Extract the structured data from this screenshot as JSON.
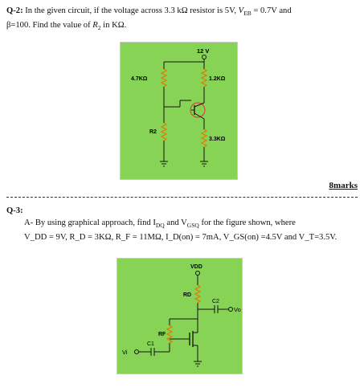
{
  "q2": {
    "number": "Q-2:",
    "line1_a": "In the given circuit, if the voltage across 3.3 kΩ resistor is 5V, ",
    "line1_veb": "V",
    "line1_veb_sub": "EB",
    "line1_b": " = 0.7V and",
    "line2": "β=100. Find the value of ",
    "r2": "R",
    "r2_sub": "2",
    "line2_end": " in KΩ."
  },
  "circuit1": {
    "supply": "12 V",
    "r_top_left": "4.7KΩ",
    "r_top_right": "1.2KΩ",
    "r_bottom_left": "R2",
    "r_bottom_right": "3.3KΩ"
  },
  "marks": "8marks",
  "q3": {
    "label": "Q-3:",
    "text_a": "A- By using graphical approach, find I",
    "idq_sub": "DQ",
    "text_b": " and V",
    "vgsq_sub": "GSQ",
    "text_c": " for the figure shown, where",
    "line2": "V_DD = 9V, R_D = 3KΩ, R_F = 11MΩ, I_D(on) = 7mA, V_GS(on) =4.5V and V_T=3.5V."
  },
  "circuit2": {
    "supply": "VDD",
    "rd": "RD",
    "rf": "RF",
    "c1": "C1",
    "c2": "C2",
    "vi": "Vi",
    "vo": "Vo"
  },
  "colors": {
    "panel_green": "#86d356",
    "wire": "#111111",
    "resistor": "#e07a00"
  }
}
